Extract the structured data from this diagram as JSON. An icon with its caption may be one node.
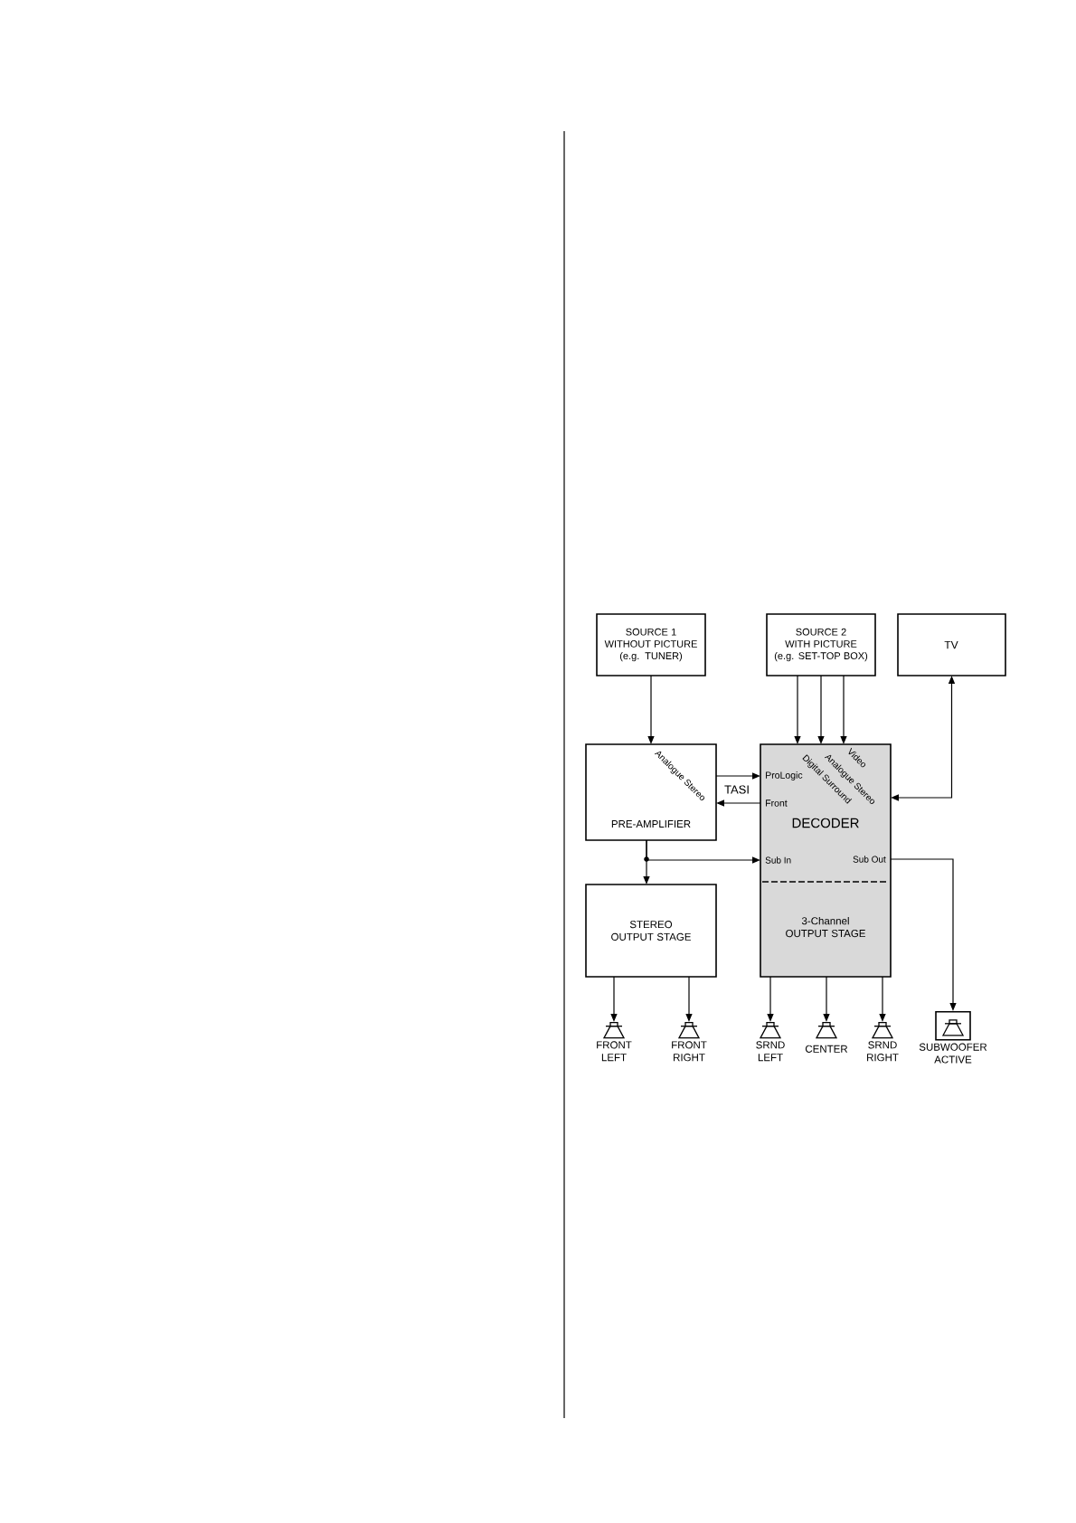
{
  "diagram": {
    "nodes": [
      {
        "text": [
          "SOURCE 1 WITHOUT PICTURE (e.g. TUNER)"
        ]
      },
      {
        "text": [
          "SOURCE 2 WITH PICTURE (e.g. SET-TOP BOX)"
        ]
      },
      {
        "text": [
          "TV"
        ]
      },
      {
        "text": [
          "PRE-AMPLIFIER",
          "Analogue Stereo"
        ]
      },
      {
        "text": [
          "DECODER",
          "ProLogic",
          "Front",
          "Digital Surround",
          "Analogue Stereo",
          "Video",
          "Sub In",
          "Sub Out",
          "3-Channel OUTPUT STAGE"
        ]
      },
      {
        "text": [
          "STEREO OUTPUT STAGE"
        ]
      },
      {
        "text": [
          "FRONT LEFT"
        ]
      },
      {
        "text": [
          "FRONT RIGHT"
        ]
      },
      {
        "text": [
          "SRND LEFT"
        ]
      },
      {
        "text": [
          "CENTER"
        ]
      },
      {
        "text": [
          "SRND RIGHT"
        ]
      },
      {
        "text": [
          "SUBWOOFER ACTIVE"
        ]
      }
    ],
    "edges": [
      {
        "from": 0,
        "to": 3,
        "arrow": "to"
      },
      {
        "from": 1,
        "to": 4,
        "arrow": "to"
      },
      {
        "from": 1,
        "to": 4,
        "arrow": "to"
      },
      {
        "from": 1,
        "to": 4,
        "arrow": "to"
      },
      {
        "from": 4,
        "to": 2,
        "arrow": "both"
      },
      {
        "from": 3,
        "to": 4,
        "arrow": "to"
      },
      {
        "from": 4,
        "to": 3,
        "arrow": "to"
      },
      {
        "from": 3,
        "to": 5,
        "arrow": "to"
      },
      {
        "from": 3,
        "to": 4,
        "arrow": "to"
      },
      {
        "from": 4,
        "to": 11,
        "arrow": "to"
      },
      {
        "from": 5,
        "to": 6,
        "arrow": "to"
      },
      {
        "from": 5,
        "to": 7,
        "arrow": "to"
      },
      {
        "from": 4,
        "to": 8,
        "arrow": "to"
      },
      {
        "from": 4,
        "to": 9,
        "arrow": "to"
      },
      {
        "from": 4,
        "to": 10,
        "arrow": "to"
      }
    ],
    "labels": [
      "TASI"
    ]
  }
}
